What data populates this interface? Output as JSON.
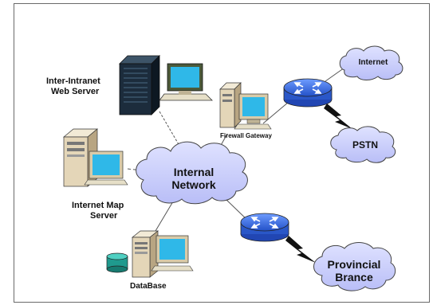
{
  "nodes": {
    "inter_intranet_web_server": {
      "line1": "Inter-Intranet",
      "line2": "Web Server"
    },
    "firewall_gateway": {
      "label": "Firewall Gateway"
    },
    "internet": {
      "label": "Internet"
    },
    "pstn": {
      "label": "PSTN"
    },
    "internal_network": {
      "line1": "Internal",
      "line2": "Network"
    },
    "internet_map_server": {
      "line1": "Internet Map",
      "line2": "Server"
    },
    "database": {
      "label": "DataBase"
    },
    "provincial_brance": {
      "line1": "Provincial",
      "line2": "Brance"
    }
  },
  "colors": {
    "cloud_fill": "#cfd3ff",
    "router_fill": "#3f74e8",
    "server_tan": "#e4d6b8",
    "monitor_screen": "#2fb8e8",
    "web_server_dark": "#1c2c3c",
    "database_green": "#1f9a8e"
  },
  "icons": [
    "router-icon",
    "server-tower-icon",
    "monitor-icon",
    "database-cylinder-icon",
    "cloud-icon",
    "lightning-link-icon"
  ]
}
